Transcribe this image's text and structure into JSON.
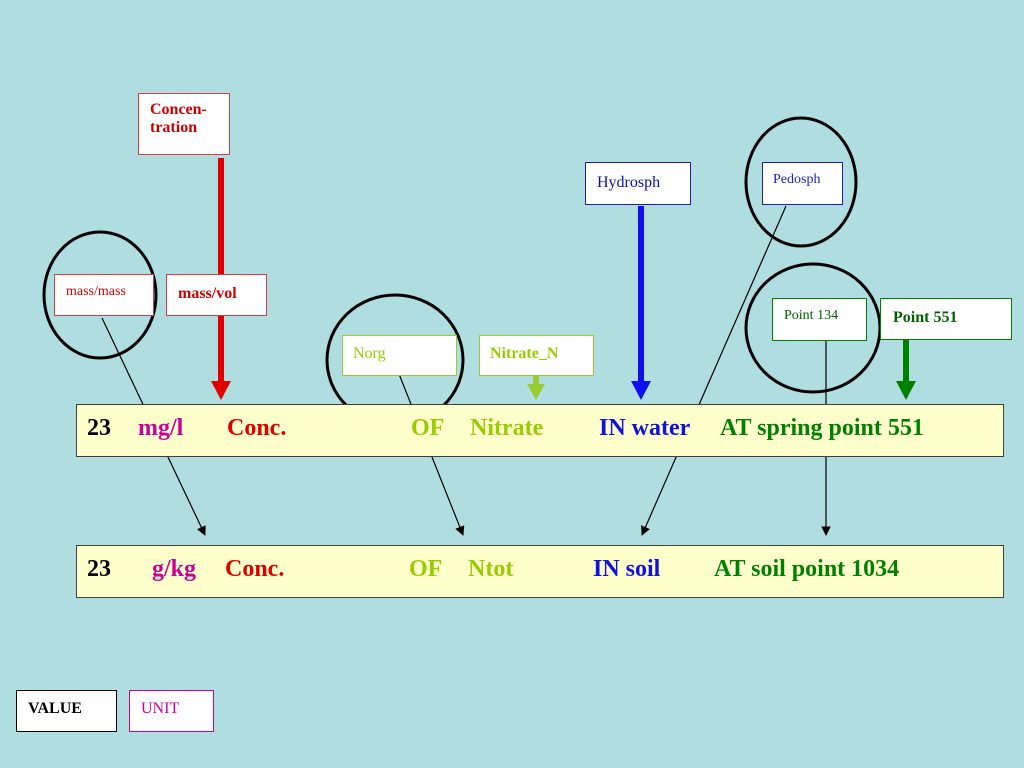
{
  "colors": {
    "background": "#b0dde0",
    "value": "#000000",
    "unit": "#cc0099",
    "conc": "#e00000",
    "of": "#99cc00",
    "in": "#1010e0",
    "at": "#008000",
    "strip_fill": "#ffffcc",
    "circle": "#000000",
    "arrow_red": "#e00000",
    "arrow_blue": "#1010ee",
    "arrow_lime": "#99cc33",
    "arrow_green": "#008000"
  },
  "labels": {
    "concentration": "Concen-\ntration",
    "mass_vol": "mass/vol",
    "mass_mass": "mass/mass",
    "norg": "Norg",
    "nitrate_n": "Nitrate_N",
    "hydrosph": "Hydrosph",
    "pedosph": "Pedosph",
    "point134": "Point 134",
    "point551": "Point 551"
  },
  "row1": {
    "value": "23",
    "unit": "mg/l",
    "conc": "Conc.",
    "of": "OF",
    "substance": "Nitrate",
    "in": "IN water",
    "at": "AT spring point 551"
  },
  "row2": {
    "value": "23",
    "unit": "g/kg",
    "conc": "Conc.",
    "of": "OF",
    "substance": "Ntot",
    "in": "IN soil",
    "at": "AT soil point 1034"
  },
  "legend": {
    "value": "VALUE",
    "unit": "UNIT"
  }
}
